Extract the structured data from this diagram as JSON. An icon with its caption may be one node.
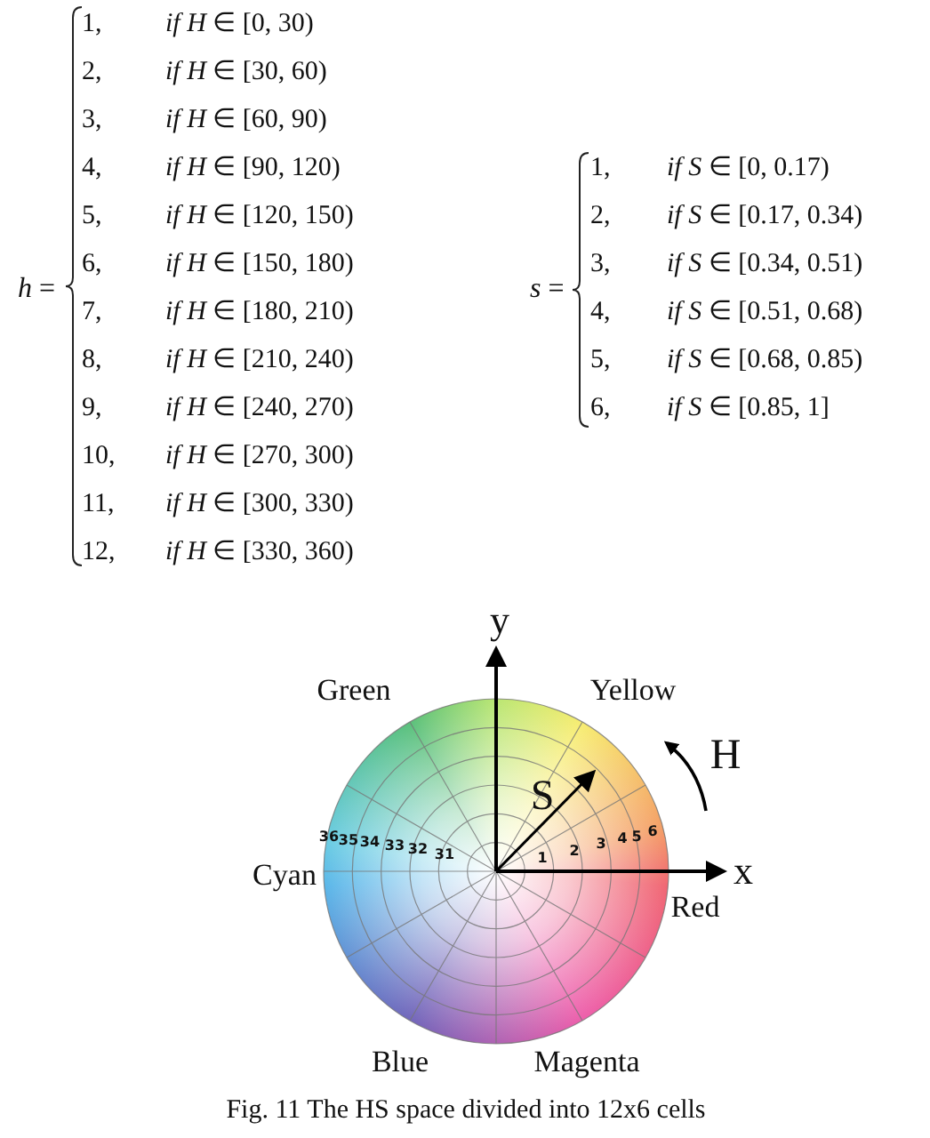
{
  "diagram": {
    "caption": "Fig. 11 The HS space divided into 12x6 cells",
    "labels": [
      "*h* =",
      "1,",
      "*if  H* ∈ [0, 30)",
      "2,",
      "*if  H* ∈ [30, 60)",
      "3,",
      "*if  H* ∈ [60, 90)",
      "4,",
      "*if  H* ∈ [90, 120)",
      "5,",
      "*if  H* ∈ [120, 150)",
      "6,",
      "*if  H* ∈ [150, 180)",
      "7,",
      "*if  H* ∈ [180, 210)",
      "8,",
      "*if  H* ∈ [210, 240)",
      "9,",
      "*if  H* ∈ [240, 270)",
      "10,",
      "*if  H* ∈ [270, 300)",
      "11,",
      "*if  H* ∈ [300, 330)",
      "12,",
      "*if  H* ∈ [330, 360)",
      "*s* =",
      "1,",
      "*if  S* ∈ [0, 0.17)",
      "2,",
      "*if  S* ∈ [0.17, 0.34)",
      "3,",
      "*if  S* ∈ [0.34, 0.51)",
      "4,",
      "*if  S* ∈ [0.51, 0.68)",
      "5,",
      "*if  S* ∈ [0.68, 0.85)",
      "6,",
      "*if  S* ∈ [0.85, 1]",
      "Green",
      "Yellow",
      "Cyan",
      "Red",
      "Blue",
      "Magenta",
      "y",
      "x",
      "S",
      "H",
      "1",
      "2",
      "3",
      "4",
      "5",
      "6",
      "36",
      "35",
      "34",
      "33",
      "32",
      "31"
    ]
  }
}
